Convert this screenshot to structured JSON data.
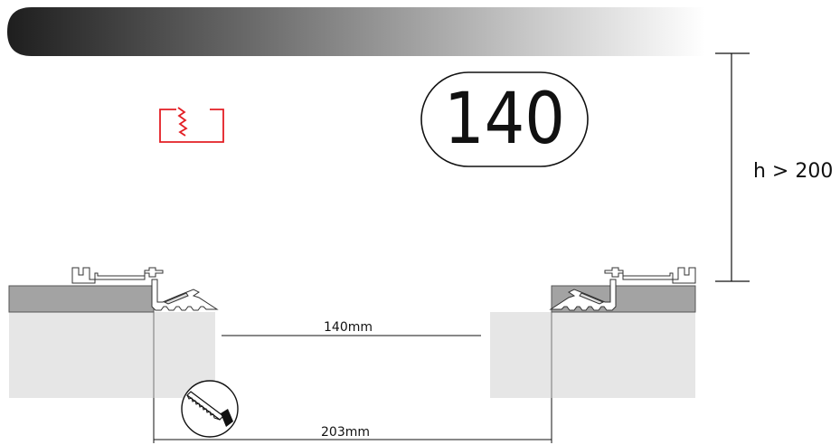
{
  "badge": {
    "value": "140"
  },
  "height_label": "h > 200",
  "dimensions": {
    "inner_gap": "140mm",
    "outer_gap": "203mm"
  },
  "icons": {
    "cut_marker": "sawtooth-cut-icon",
    "saw": "hand-saw-icon"
  },
  "colors": {
    "header_dark": "#1e1e1e",
    "cut_marker": "#e31e24",
    "slab_top": "#a3a3a3",
    "slab_body": "#e6e6e6"
  }
}
